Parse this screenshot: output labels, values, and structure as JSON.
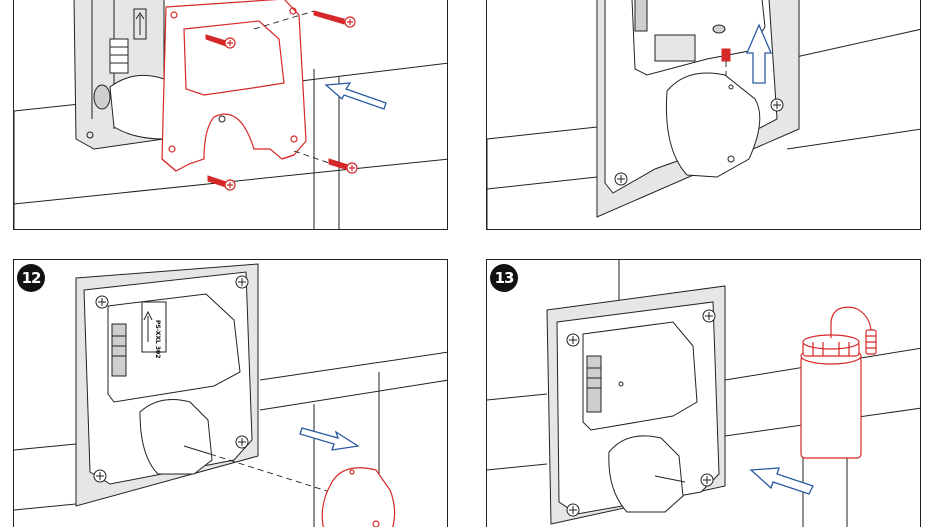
{
  "steps": {
    "step_12": "12",
    "step_13": "13"
  },
  "labels": {
    "device_label": "PS-XXL 302"
  },
  "colors": {
    "new_part_red": "#d62828",
    "arrow_blue": "#2a5aa0",
    "line_dark": "#222222",
    "badge_black": "#111111"
  },
  "icons": {
    "screw": "screw-icon",
    "arrow": "direction-arrow-icon"
  }
}
